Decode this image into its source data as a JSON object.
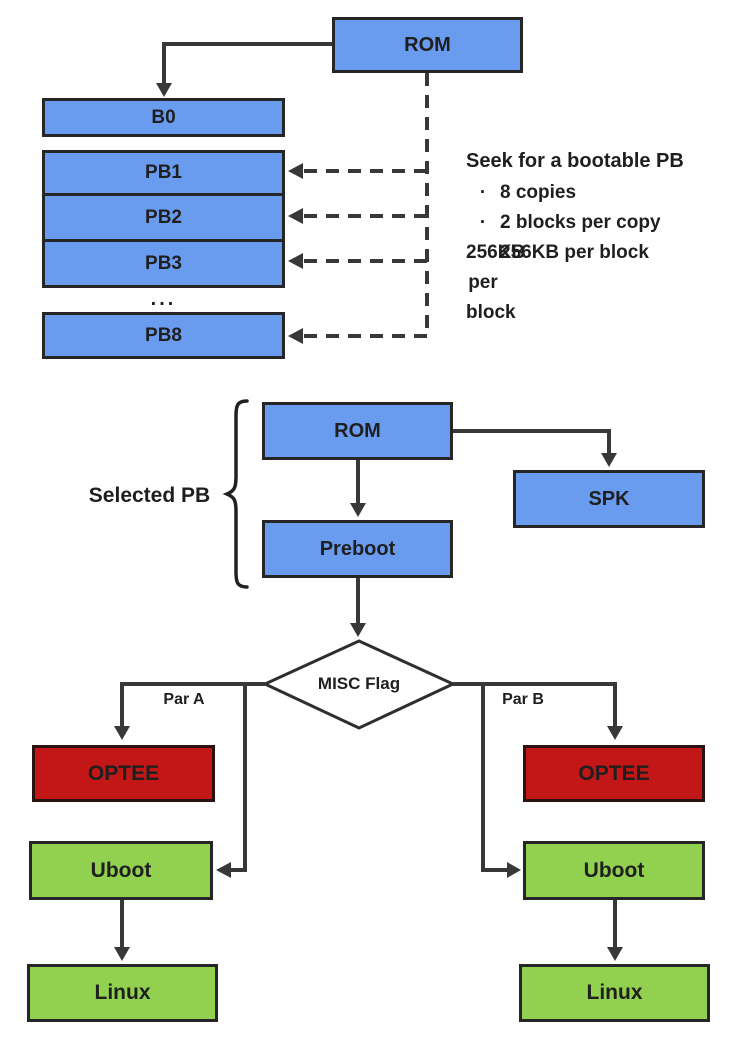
{
  "colors": {
    "blue": "#699bef",
    "red": "#c31616",
    "green": "#92d14f",
    "line": "#383838",
    "border": "#262626",
    "text": "#1f1f1f",
    "bg": "#ffffff"
  },
  "top": {
    "rom": "ROM",
    "b0": "B0",
    "pb1": "PB1",
    "pb2": "PB2",
    "pb3": "PB3",
    "ellipsis": "...",
    "pb8": "PB8",
    "note": {
      "title": "Seek for a bootable PB",
      "bullet_glyph": "·",
      "bullets": [
        "8 copies",
        "2 blocks per copy",
        "256KB per block"
      ]
    }
  },
  "middle": {
    "brace_label": "Selected PB",
    "rom": "ROM",
    "spk": "SPK",
    "preboot": "Preboot"
  },
  "bottom": {
    "decision": "MISC Flag",
    "branch_a": "Par A",
    "branch_b": "Par B",
    "par_a": {
      "optee": "OPTEE",
      "uboot": "Uboot",
      "linux": "Linux"
    },
    "par_b": {
      "optee": "OPTEE",
      "uboot": "Uboot",
      "linux": "Linux"
    }
  }
}
